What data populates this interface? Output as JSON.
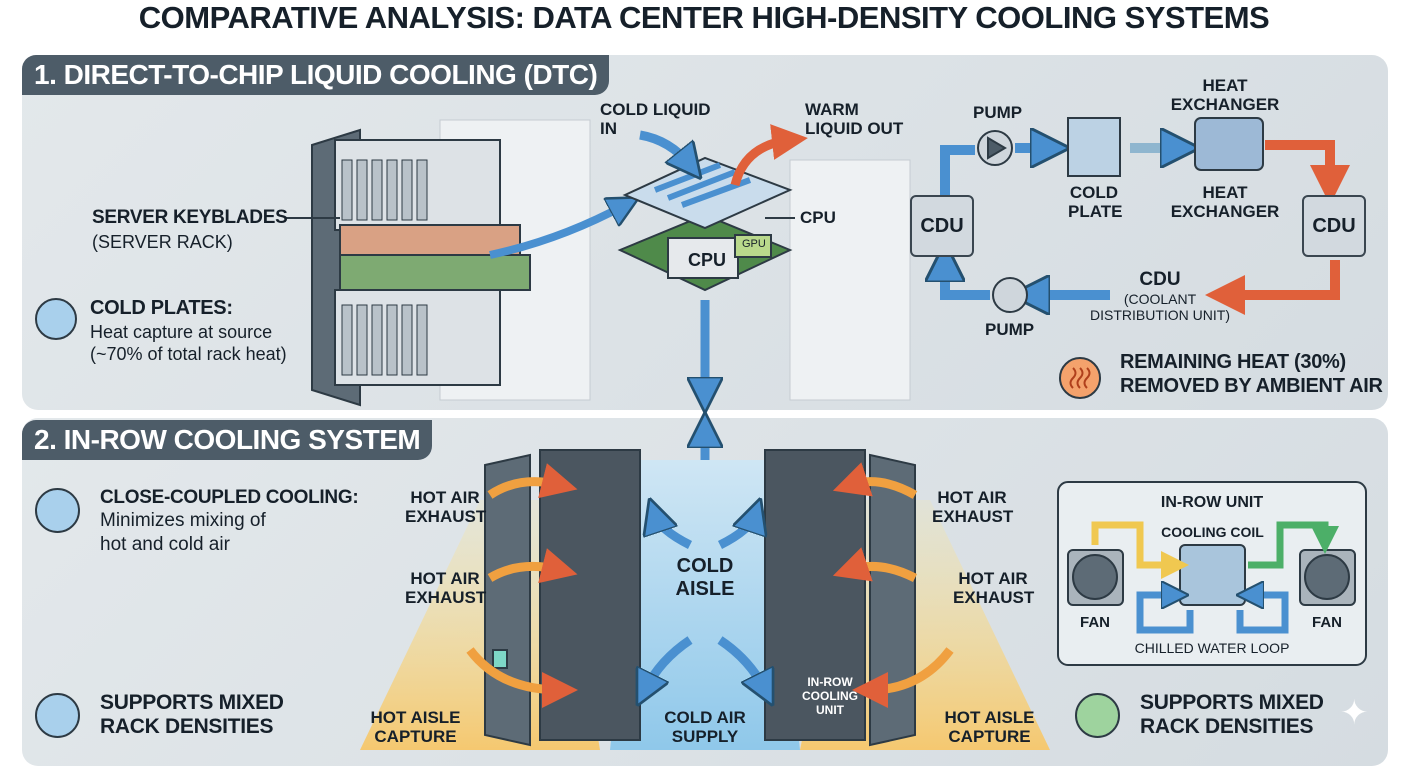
{
  "title": "COMPARATIVE ANALYSIS: DATA CENTER HIGH-DENSITY COOLING SYSTEMS",
  "dtc": {
    "header": "1. DIRECT-TO-CHIP LIQUID COOLING (DTC)",
    "server_label": "SERVER KEYBLADES",
    "server_sub": "(SERVER RACK)",
    "cold_plates_title": "COLD PLATES:",
    "cold_plates_line1": "Heat capture at source",
    "cold_plates_line2": "(~70% of total rack heat)",
    "cold_in_1": "COLD LIQUID",
    "cold_in_2": "IN",
    "warm_out_1": "WARM",
    "warm_out_2": "LIQUID OUT",
    "cpu_label": "CPU",
    "chip_cpu": "CPU",
    "chip_gpu": "GPU",
    "loop": {
      "pump_top": "PUMP",
      "cold_plate_1": "COLD",
      "cold_plate_2": "PLATE",
      "hx_top_1": "HEAT",
      "hx_top_2": "EXCHANGER",
      "hx_1": "HEAT",
      "hx_2": "EXCHANGER",
      "cdu_left": "CDU",
      "cdu_right": "CDU",
      "cdu_label": "CDU",
      "cdu_sub_1": "(COOLANT",
      "cdu_sub_2": "DISTRIBUTION UNIT)",
      "pump_bottom": "PUMP"
    },
    "remaining_1": "REMAINING HEAT (30%)",
    "remaining_2": "REMOVED BY AMBIENT AIR"
  },
  "inrow": {
    "header": "2. IN-ROW COOLING SYSTEM",
    "close_title": "CLOSE-COUPLED COOLING:",
    "close_line1": "Minimizes mixing of",
    "close_line2": "hot and cold air",
    "mixed_left_1": "SUPPORTS MIXED",
    "mixed_left_2": "RACK DENSITIES",
    "hot_exhaust_1": "HOT AIR",
    "hot_exhaust_2": "EXHAUST",
    "cold_aisle_1": "COLD",
    "cold_aisle_2": "AISLE",
    "cold_supply_1": "COLD AIR",
    "cold_supply_2": "SUPPLY",
    "hot_capture_1": "HOT AISLE",
    "hot_capture_2": "CAPTURE",
    "inrow_unit_1": "IN-ROW",
    "inrow_unit_2": "COOLING",
    "inrow_unit_3": "UNIT",
    "unit_box": {
      "title": "IN-ROW UNIT",
      "coil": "COOLING COIL",
      "fan_left": "FAN",
      "fan_right": "FAN",
      "loop": "CHILLED WATER LOOP"
    },
    "mixed_right_1": "SUPPORTS MIXED",
    "mixed_right_2": "RACK DENSITIES"
  },
  "colors": {
    "header": "#4d5c68",
    "cold": "#4a90d0",
    "hot": "#e0603a",
    "panel": "#dde3e7"
  }
}
